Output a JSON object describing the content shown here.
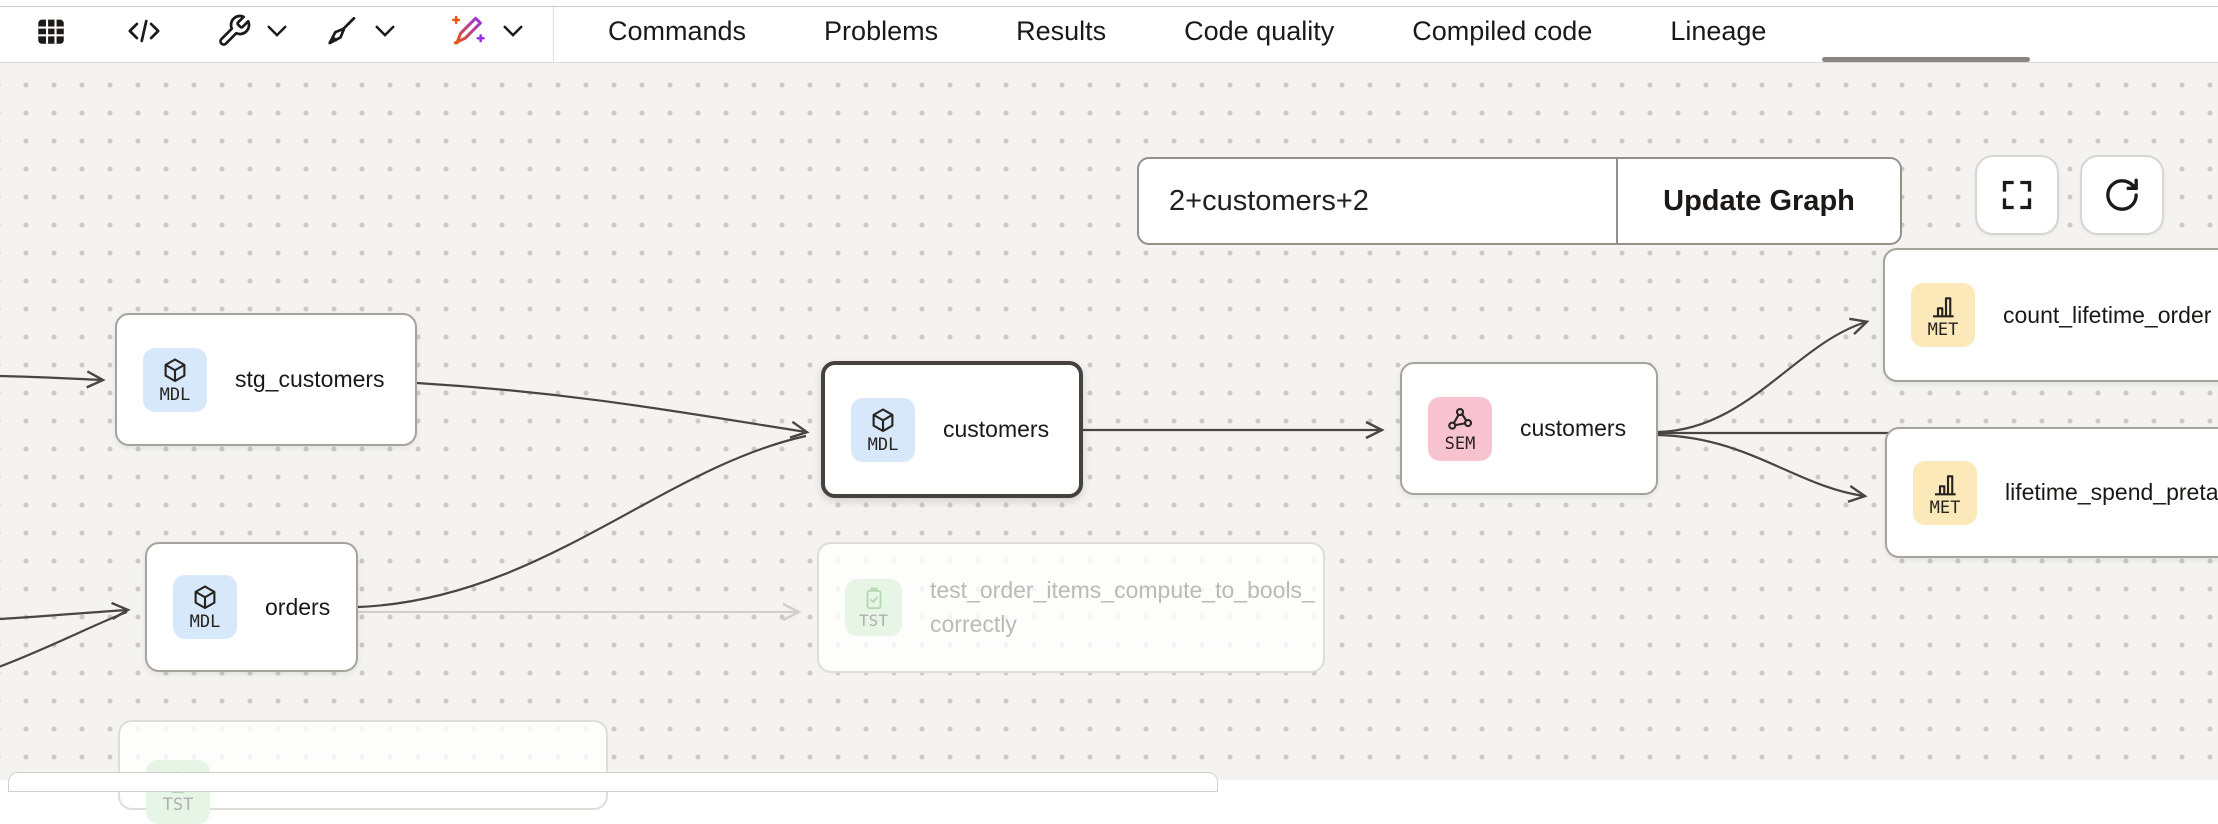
{
  "toolbar": {
    "icons": [
      "table-icon",
      "code-icon",
      "wrench-icon",
      "chevron-down-icon",
      "broom-icon",
      "chevron-down-icon",
      "magic-pencil-icon",
      "chevron-down-icon"
    ],
    "tabs": {
      "items": [
        {
          "label": "Commands"
        },
        {
          "label": "Problems"
        },
        {
          "label": "Results"
        },
        {
          "label": "Code quality"
        },
        {
          "label": "Compiled code"
        },
        {
          "label": "Lineage"
        }
      ],
      "active": "Lineage"
    }
  },
  "controls": {
    "filter_value": "2+customers+2",
    "update_button_label": "Update Graph",
    "icon_buttons": [
      "fullscreen-icon",
      "refresh-icon"
    ]
  },
  "nodes": [
    {
      "kind": "MDL",
      "label": "stg_customers"
    },
    {
      "kind": "MDL",
      "label": "orders"
    },
    {
      "kind": "MDL",
      "label": "customers",
      "selected": true
    },
    {
      "kind": "SEM",
      "label": "customers"
    },
    {
      "kind": "MET",
      "label": "count_lifetime_order"
    },
    {
      "kind": "MET",
      "label": "lifetime_spend_preta"
    },
    {
      "kind": "TST",
      "label": "test_order_items_compute_to_bools_correctly",
      "faded": true
    },
    {
      "kind": "TST",
      "label": "",
      "faded": true,
      "partial": true
    }
  ],
  "colors": {
    "canvas_bg": "#f4f3f1",
    "badge_mdl": "#d7e8fb",
    "badge_sem": "#f7c3d0",
    "badge_met": "#fbe9ba",
    "badge_tst": "#e7f5e7",
    "edge": "#4a4542",
    "selected_node_border": "#46413d",
    "active_tab_underline": "#8b8582",
    "magic_gradient_start": "#ea580c",
    "magic_gradient_end": "#9333ea"
  }
}
